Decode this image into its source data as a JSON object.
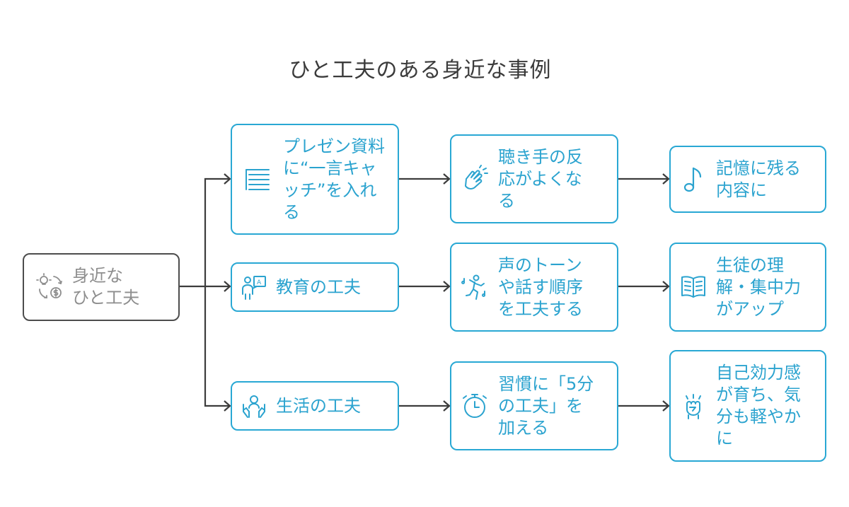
{
  "title": "ひと工夫のある身近な事例",
  "root": {
    "label": "身近な\nひと工夫",
    "icon": "idea-money-cycle-icon"
  },
  "branches": [
    {
      "label": "プレゼン資料に“一言キャッチ”を入れる",
      "icon": "document-lines-icon",
      "effect": {
        "label": "聴き手の反応がよくなる",
        "icon": "clapping-hands-icon"
      },
      "outcome": {
        "label": "記憶に残る内容に",
        "icon": "music-note-icon"
      }
    },
    {
      "label": "教育の工夫",
      "icon": "teacher-board-icon",
      "effect": {
        "label": "声のトーンや話す順序を工夫する",
        "icon": "dancing-person-icon"
      },
      "outcome": {
        "label": "生徒の理解・集中力がアップ",
        "icon": "open-book-icon"
      }
    },
    {
      "label": "生活の工夫",
      "icon": "hands-person-icon",
      "effect": {
        "label": "習慣に「5分の工夫」を加える",
        "icon": "stopwatch-icon"
      },
      "outcome": {
        "label": "自己効力感が育ち、気分も軽やかに",
        "icon": "raised-fist-icon"
      }
    }
  ],
  "colors": {
    "accent": "#29a8d4",
    "root_border": "#4d4d4d",
    "root_text": "#8e8e8e",
    "edge": "#3c3c3c"
  }
}
